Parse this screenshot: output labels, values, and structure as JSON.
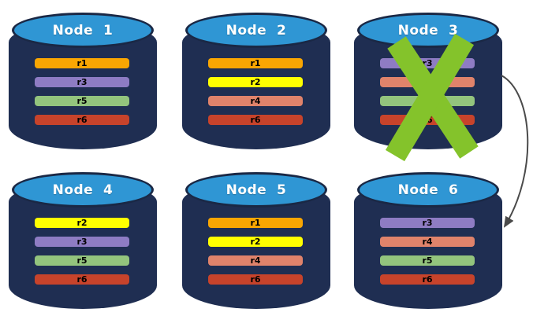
{
  "nodes": [
    {
      "title": "Node  1",
      "failed": false,
      "shards": [
        {
          "label": "r1",
          "color": "#F9A602"
        },
        {
          "label": "r3",
          "color": "#8E7CC3"
        },
        {
          "label": "r5",
          "color": "#93C47D"
        },
        {
          "label": "r6",
          "color": "#C7432B"
        }
      ]
    },
    {
      "title": "Node  2",
      "failed": false,
      "shards": [
        {
          "label": "r1",
          "color": "#F9A602"
        },
        {
          "label": "r2",
          "color": "#FFFF00"
        },
        {
          "label": "r4",
          "color": "#E0836B"
        },
        {
          "label": "r6",
          "color": "#C7432B"
        }
      ]
    },
    {
      "title": "Node  3",
      "failed": true,
      "shards": [
        {
          "label": "r3",
          "color": "#8E7CC3"
        },
        {
          "label": "r4",
          "color": "#E0836B"
        },
        {
          "label": "r5",
          "color": "#93C47D"
        },
        {
          "label": "r6",
          "color": "#C7432B"
        }
      ]
    },
    {
      "title": "Node  4",
      "failed": false,
      "shards": [
        {
          "label": "r2",
          "color": "#FFFF00"
        },
        {
          "label": "r3",
          "color": "#8E7CC3"
        },
        {
          "label": "r5",
          "color": "#93C47D"
        },
        {
          "label": "r6",
          "color": "#C7432B"
        }
      ]
    },
    {
      "title": "Node  5",
      "failed": false,
      "shards": [
        {
          "label": "r1",
          "color": "#F9A602"
        },
        {
          "label": "r2",
          "color": "#FFFF00"
        },
        {
          "label": "r4",
          "color": "#E0836B"
        },
        {
          "label": "r6",
          "color": "#C7432B"
        }
      ]
    },
    {
      "title": "Node  6",
      "failed": false,
      "shards": [
        {
          "label": "r3",
          "color": "#8E7CC3"
        },
        {
          "label": "r4",
          "color": "#E0836B"
        },
        {
          "label": "r5",
          "color": "#93C47D"
        },
        {
          "label": "r6",
          "color": "#C7432B"
        }
      ]
    }
  ],
  "colors": {
    "cylinder_body": "#1F2E52",
    "cylinder_top": "#2F96D4",
    "cylinder_outline": "#1A2845",
    "failure_x": "#84C32B",
    "arrow": "#4A4A4A",
    "shard_text": "#000000",
    "title_text": "#FFFFFF"
  },
  "annotations": {
    "failed_node": "Node 3",
    "arrow_from": "Node 3",
    "arrow_to": "Node 6"
  }
}
